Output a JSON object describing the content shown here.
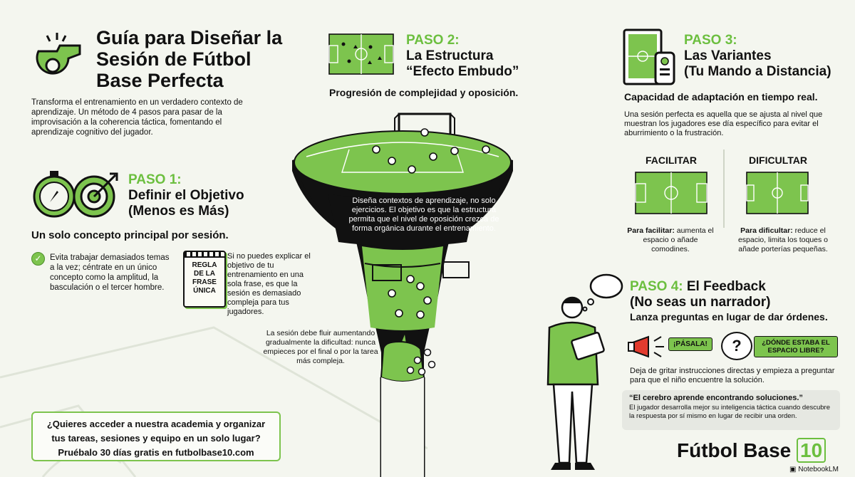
{
  "header": {
    "title_lines": [
      "Guía para Diseñar la",
      "Sesión de Fútbol",
      "Base Perfecta"
    ],
    "intro": "Transforma el entrenamiento en un verdadero contexto de aprendizaje. Un método de 4 pasos para pasar de la improvisación a la coherencia táctica, fomentando el aprendizaje cognitivo del jugador."
  },
  "paso1": {
    "label": "PASO 1:",
    "title_lines": [
      "Definir el Objetivo",
      "(Menos es Más)"
    ],
    "subtitle": "Un solo concepto principal por sesión.",
    "check_text": "Evita trabajar demasiados temas a la vez; céntrate en un único concepto como la amplitud, la basculación o el tercer hombre.",
    "notepad_lines": [
      "REGLA",
      "DE LA",
      "FRASE",
      "ÚNICA"
    ],
    "rule_text": "Si no puedes explicar el objetivo de tu entrenamiento en una sola frase, es que la sesión es demasiado compleja para tus jugadores."
  },
  "paso2": {
    "label": "PASO 2:",
    "title_lines": [
      "La Estructura",
      "“Efecto Embudo”"
    ],
    "subtitle": "Progresión de complejidad y oposición.",
    "funnel_text": "Diseña contextos de aprendizaje, no solo ejercicios. El objetivo es que la estructura permita que el nivel de oposición crezca de forma orgánica durante el entrenamiento.",
    "side_text": "La sesión debe fluir aumentando gradualmente la dificultad: nunca empieces por el final o por la tarea más compleja."
  },
  "paso3": {
    "label": "PASO 3:",
    "title_lines": [
      "Las Variantes",
      "(Tu Mando a Distancia)"
    ],
    "subtitle": "Capacidad de adaptación en tiempo real.",
    "text": "Una sesión perfecta es aquella que se ajusta al nivel que muestran los jugadores ese día específico para evitar el aburrimiento o la frustración.",
    "facilitar": {
      "heading": "FACILITAR",
      "bold": "Para facilitar:",
      "text": " aumenta el espacio o añade comodines."
    },
    "dificultar": {
      "heading": "DIFICULTAR",
      "bold": "Para dificultar:",
      "text": " reduce el espacio, limita los toques o añade porterías pequeñas."
    }
  },
  "paso4": {
    "label": "PASO 4:",
    "title_rest": " El Feedback",
    "title_line2": "(No seas un narrador)",
    "subtitle": "Lanza preguntas en lugar de dar órdenes.",
    "shout": "¡PÁSALA!",
    "question": "¿DÓNDE ESTABA EL ESPACIO LIBRE?",
    "text": "Deja de gritar instrucciones directas y empieza a preguntar para que el niño encuentre la solución.",
    "quote": "“El cerebro aprende encontrando soluciones.”",
    "quote_text": "El jugador desarrolla mejor su inteligencia táctica cuando descubre la respuesta por sí mismo en lugar de recibir una orden."
  },
  "cta": {
    "line1": "¿Quieres acceder a nuestra academia y organizar",
    "line2": "tus tareas, sesiones y equipo en un solo lugar?",
    "line3": "Pruébalo 30 días gratis en futbolbase10.com"
  },
  "brand": {
    "name": "Fútbol Base",
    "number": "10",
    "credit": "NotebookLM"
  },
  "colors": {
    "accent": "#6cbf3f",
    "field": "#7dc44e",
    "background": "#f4f6ef",
    "ink": "#111111"
  }
}
